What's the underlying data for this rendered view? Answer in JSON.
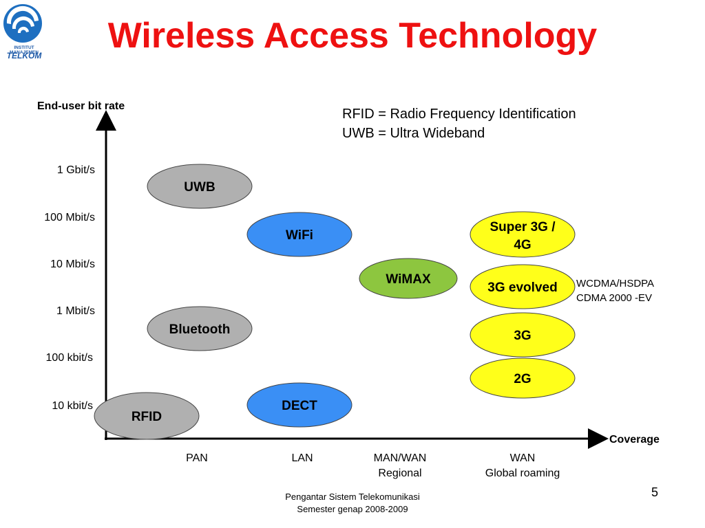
{
  "slide": {
    "title": "Wireless Access Technology",
    "logo": {
      "small_text": "INSTITUT MANAJEMEN",
      "name": "TELKOM",
      "icon": "telkom-logo-icon"
    },
    "footer_line1": "Pengantar Sistem Telekomunikasi",
    "footer_line2": "Semester genap 2008-2009",
    "page_number": "5"
  },
  "diagram": {
    "y_axis_title": "End-user bit rate",
    "x_axis_title": "Coverage",
    "y_ticks": [
      "1 Gbit/s",
      "100 Mbit/s",
      "10 Mbit/s",
      "1 Mbit/s",
      "100 kbit/s",
      "10 kbit/s"
    ],
    "x_categories": [
      {
        "line1": "PAN",
        "line2": ""
      },
      {
        "line1": "LAN",
        "line2": ""
      },
      {
        "line1": "MAN/WAN",
        "line2": "Regional"
      },
      {
        "line1": "WAN",
        "line2": "Global roaming"
      }
    ],
    "legend_line1": "RFID = Radio Frequency Identification",
    "legend_line2": "UWB = Ultra Wideband",
    "note_line1": "WCDMA/HSDPA",
    "note_line2": "CDMA 2000 -EV",
    "colors": {
      "gray": "#b0b0b0",
      "blue": "#3a8ff5",
      "green": "#8dc63f",
      "yellow": "#ffff1a",
      "title_red": "#ee1111"
    },
    "technologies": [
      {
        "name": "UWB",
        "coverage": "PAN",
        "bit_rate": "1 Gbit/s",
        "color": "gray"
      },
      {
        "name": "WiFi",
        "coverage": "LAN",
        "bit_rate": "100 Mbit/s",
        "color": "blue"
      },
      {
        "name": "WiMAX",
        "coverage": "MAN/WAN",
        "bit_rate": "10 Mbit/s",
        "color": "green"
      },
      {
        "name": "Super 3G / 4G",
        "coverage": "WAN",
        "bit_rate": "100 Mbit/s",
        "color": "yellow"
      },
      {
        "name": "3G evolved",
        "coverage": "WAN",
        "bit_rate": "10 Mbit/s",
        "color": "yellow"
      },
      {
        "name": "3G",
        "coverage": "WAN",
        "bit_rate": "1 Mbit/s",
        "color": "yellow"
      },
      {
        "name": "2G",
        "coverage": "WAN",
        "bit_rate": "100 kbit/s",
        "color": "yellow"
      },
      {
        "name": "Bluetooth",
        "coverage": "PAN",
        "bit_rate": "1 Mbit/s",
        "color": "gray"
      },
      {
        "name": "DECT",
        "coverage": "LAN",
        "bit_rate": "10 kbit/s",
        "color": "blue"
      },
      {
        "name": "RFID",
        "coverage": "PAN",
        "bit_rate": "10 kbit/s",
        "color": "gray"
      }
    ]
  }
}
